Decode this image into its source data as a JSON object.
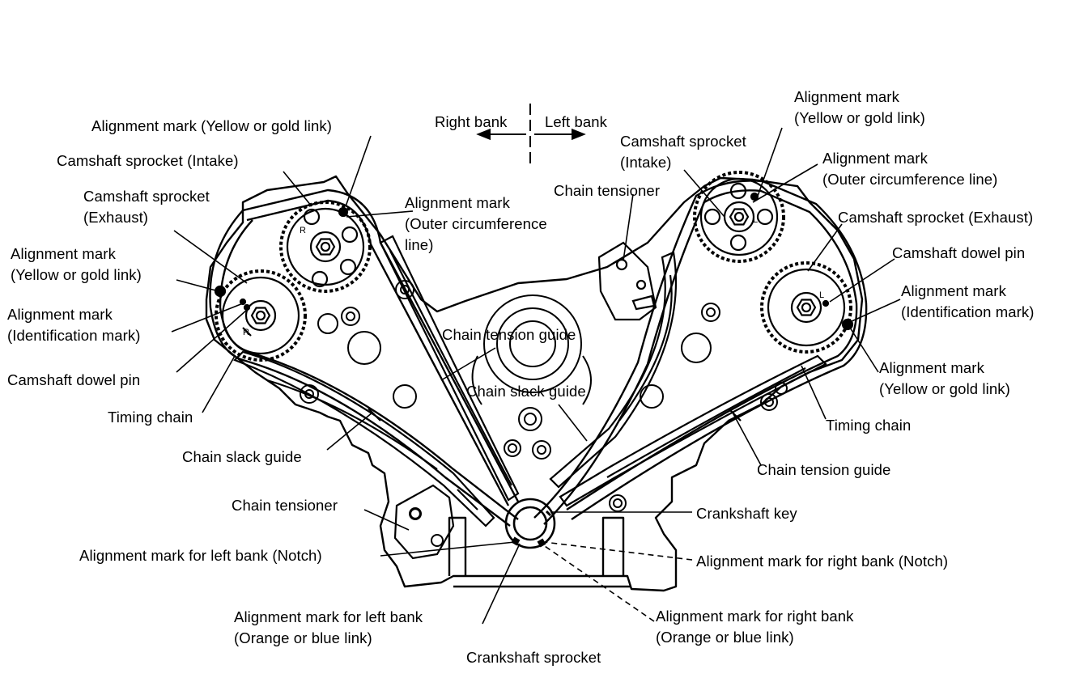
{
  "orientation": {
    "right_bank": "Right bank",
    "left_bank": "Left bank"
  },
  "labels": {
    "l_align_yellow_top": [
      "Alignment mark (Yellow or gold link)"
    ],
    "l_cam_intake": [
      "Camshaft sprocket (Intake)"
    ],
    "l_cam_exhaust": [
      "Camshaft sprocket",
      "(Exhaust)"
    ],
    "l_align_yellow_side": [
      "Alignment mark",
      "(Yellow or gold link)"
    ],
    "l_align_ident": [
      "Alignment mark",
      "(Identification mark)"
    ],
    "l_dowel": [
      "Camshaft dowel pin"
    ],
    "l_timing_chain": [
      "Timing chain"
    ],
    "l_slack_guide": [
      "Chain slack guide"
    ],
    "l_tensioner": [
      "Chain tensioner"
    ],
    "l_align_notch": [
      "Alignment mark for left bank (Notch)"
    ],
    "l_align_link": [
      "Alignment mark for left bank",
      "(Orange or blue link)"
    ],
    "c_align_outer": [
      "Alignment mark",
      "(Outer circumference",
      "line)"
    ],
    "c_tension_guide": [
      "Chain tension guide"
    ],
    "c_slack_guide": [
      "Chain slack guide"
    ],
    "c_tensioner": [
      "Chain tensioner"
    ],
    "c_crank_sprocket": [
      "Crankshaft sprocket"
    ],
    "r_align_yellow_top": [
      "Alignment mark",
      "(Yellow or gold link)"
    ],
    "r_cam_intake": [
      "Camshaft sprocket",
      "(Intake)"
    ],
    "r_align_outer": [
      "Alignment mark",
      "(Outer circumference line)"
    ],
    "r_cam_exhaust": [
      "Camshaft sprocket (Exhaust)"
    ],
    "r_dowel": [
      "Camshaft dowel pin"
    ],
    "r_align_ident": [
      "Alignment mark",
      "(Identification mark)"
    ],
    "r_align_yellow_side": [
      "Alignment mark",
      "(Yellow or gold link)"
    ],
    "r_timing_chain": [
      "Timing chain"
    ],
    "r_tension_guide": [
      "Chain tension guide"
    ],
    "r_crank_key": [
      "Crankshaft key"
    ],
    "r_align_notch": [
      "Alignment mark for right bank (Notch)"
    ],
    "r_align_link": [
      "Alignment mark for right bank",
      "(Orange or blue link)"
    ]
  },
  "sprocket_marks": {
    "left_intake": "R",
    "left_exhaust": "R",
    "right_intake": "L",
    "right_exhaust": "L"
  }
}
